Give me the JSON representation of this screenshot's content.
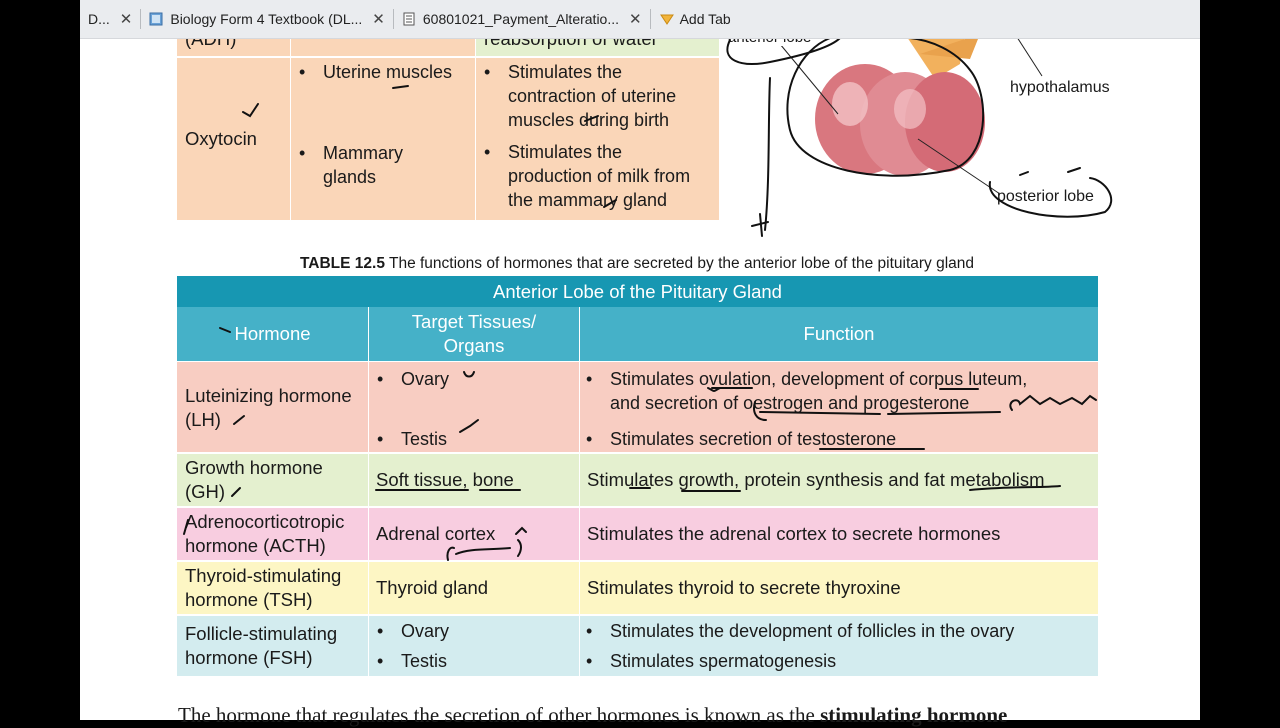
{
  "tabs": [
    {
      "label": "D..."
    },
    {
      "label": "Biology Form 4 Textbook (DL..."
    },
    {
      "label": "60801021_Payment_Alteratio..."
    },
    {
      "label": "Add Tab"
    }
  ],
  "upper_table": {
    "row_adh": {
      "hormone": "(ADH)",
      "function": "reabsorption of water"
    },
    "row_oxytocin": {
      "hormone": "Oxytocin",
      "targets": [
        "Uterine muscles",
        "Mammary\nglands"
      ],
      "functions": [
        "Stimulates the\ncontraction of uterine\nmuscles during birth",
        "Stimulates the\nproduction of milk from\nthe mammary gland"
      ]
    }
  },
  "diagram": {
    "labels": {
      "anterior": "anterior lobe",
      "hypothalamus": "hypothalamus",
      "posterior": "posterior lobe"
    },
    "colors": {
      "gland": "#d9777f",
      "stalk": "#f2b15d"
    }
  },
  "caption": {
    "number": "TABLE 12.5",
    "text": " The functions of hormones that are secreted by the anterior lobe of the pituitary gland"
  },
  "table": {
    "title": "Anterior Lobe of the Pituitary Gland",
    "headers": [
      "Hormone",
      "Target Tissues/\nOrgans",
      "Function"
    ],
    "rows": [
      {
        "hormone": "Luteinizing hormone\n(LH)",
        "targets": [
          "Ovary",
          "Testis"
        ],
        "functions": [
          "Stimulates ovulation, development of corpus luteum,\nand secretion of oestrogen and progesterone",
          "Stimulates secretion of testosterone"
        ],
        "color": "#f8cdc2"
      },
      {
        "hormone": "Growth hormone\n(GH)",
        "target": "Soft tissue, bone",
        "function": "Stimulates growth, protein synthesis and fat metabolism",
        "color": "#e4f0cf"
      },
      {
        "hormone": "Adrenocorticotropic\nhormone (ACTH)",
        "target": "Adrenal cortex",
        "function": "Stimulates the adrenal cortex to secrete hormones",
        "color": "#f8cde0"
      },
      {
        "hormone": "Thyroid-stimulating\nhormone (TSH)",
        "target": "Thyroid gland",
        "function": "Stimulates thyroid to secrete thyroxine",
        "color": "#fdf6c4"
      },
      {
        "hormone": "Follicle-stimulating\nhormone (FSH)",
        "targets": [
          "Ovary",
          "Testis"
        ],
        "functions": [
          "Stimulates the development of follicles in the ovary",
          "Stimulates spermatogenesis"
        ],
        "color": "#d3ecef"
      }
    ]
  },
  "footer": {
    "text": "The hormone that regulates the secretion of other hormones is known as the ",
    "bold": "stimulating hormone"
  },
  "colors": {
    "header_dark": "#1797b2",
    "header_light": "#45b1c8",
    "orange": "#fad6b8"
  }
}
